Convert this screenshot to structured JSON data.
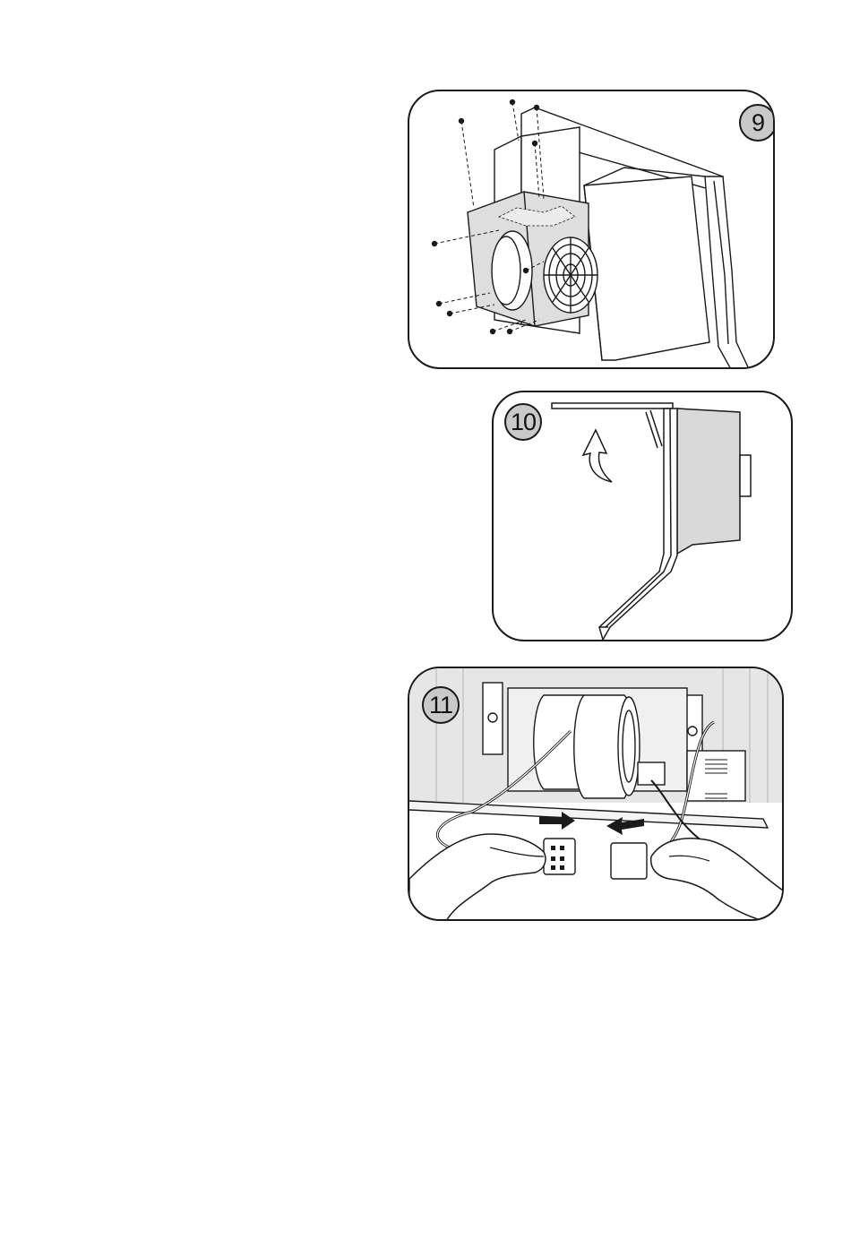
{
  "steps": [
    {
      "number": "9"
    },
    {
      "number": "10"
    },
    {
      "number": "11"
    }
  ],
  "colors": {
    "line": "#1a1a1a",
    "badge_fill": "#c9c9c9",
    "panel_fill": "#d9d9d9",
    "wall_fill": "#e6e6e6",
    "arrow_fill": "#1a1a1a"
  }
}
